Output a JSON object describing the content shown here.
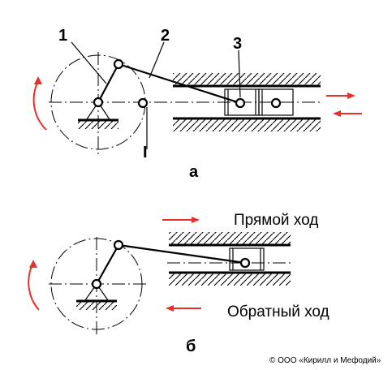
{
  "colors": {
    "arrow": "#e8302a",
    "line": "#000000",
    "background": "#ffffff"
  },
  "figure_a": {
    "labels": {
      "part1": "1",
      "part2": "2",
      "part3": "3",
      "axis": "I"
    },
    "caption": "а"
  },
  "figure_b": {
    "forward_label": "Прямой ход",
    "return_label": "Обратный ход",
    "caption": "б"
  },
  "copyright": "© ООО «Кирилл и Мефодий»"
}
